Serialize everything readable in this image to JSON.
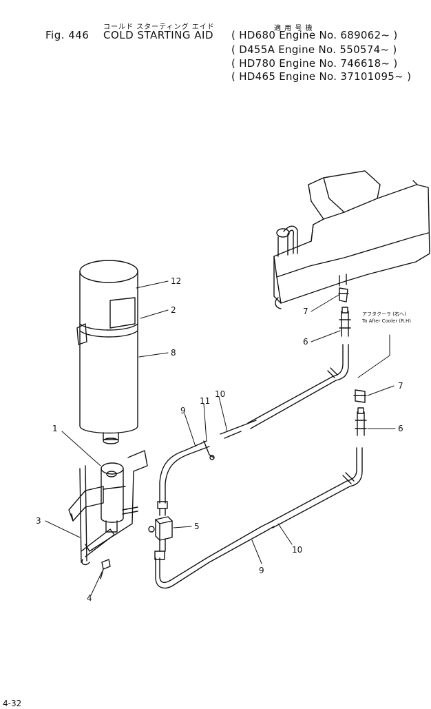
{
  "header": {
    "jp_title": "コールド スターティング エイド",
    "jp_applicable": "適 用 号 機",
    "fig_label": "Fig. 446",
    "title": "COLD STARTING AID",
    "engines": [
      "( HD680 Engine No. 689062~ )",
      "( D455A Engine No. 550574~ )",
      "( HD780 Engine No. 746618~ )",
      "( HD465 Engine No. 37101095~ )"
    ]
  },
  "callouts": {
    "c12": "12",
    "c2": "2",
    "c8": "8",
    "c1": "1",
    "c3": "3",
    "c4": "4",
    "c5": "5",
    "c7a": "7",
    "c6a": "6",
    "c7b": "7",
    "c6b": "6",
    "c9a": "9",
    "c11": "11",
    "c10a": "10",
    "c9b": "9",
    "c10b": "10"
  },
  "annotation": {
    "jp": "アフタクーラ (右へ)",
    "en": "To After Cooler (R.H)"
  },
  "footer": {
    "page": "4-32"
  }
}
